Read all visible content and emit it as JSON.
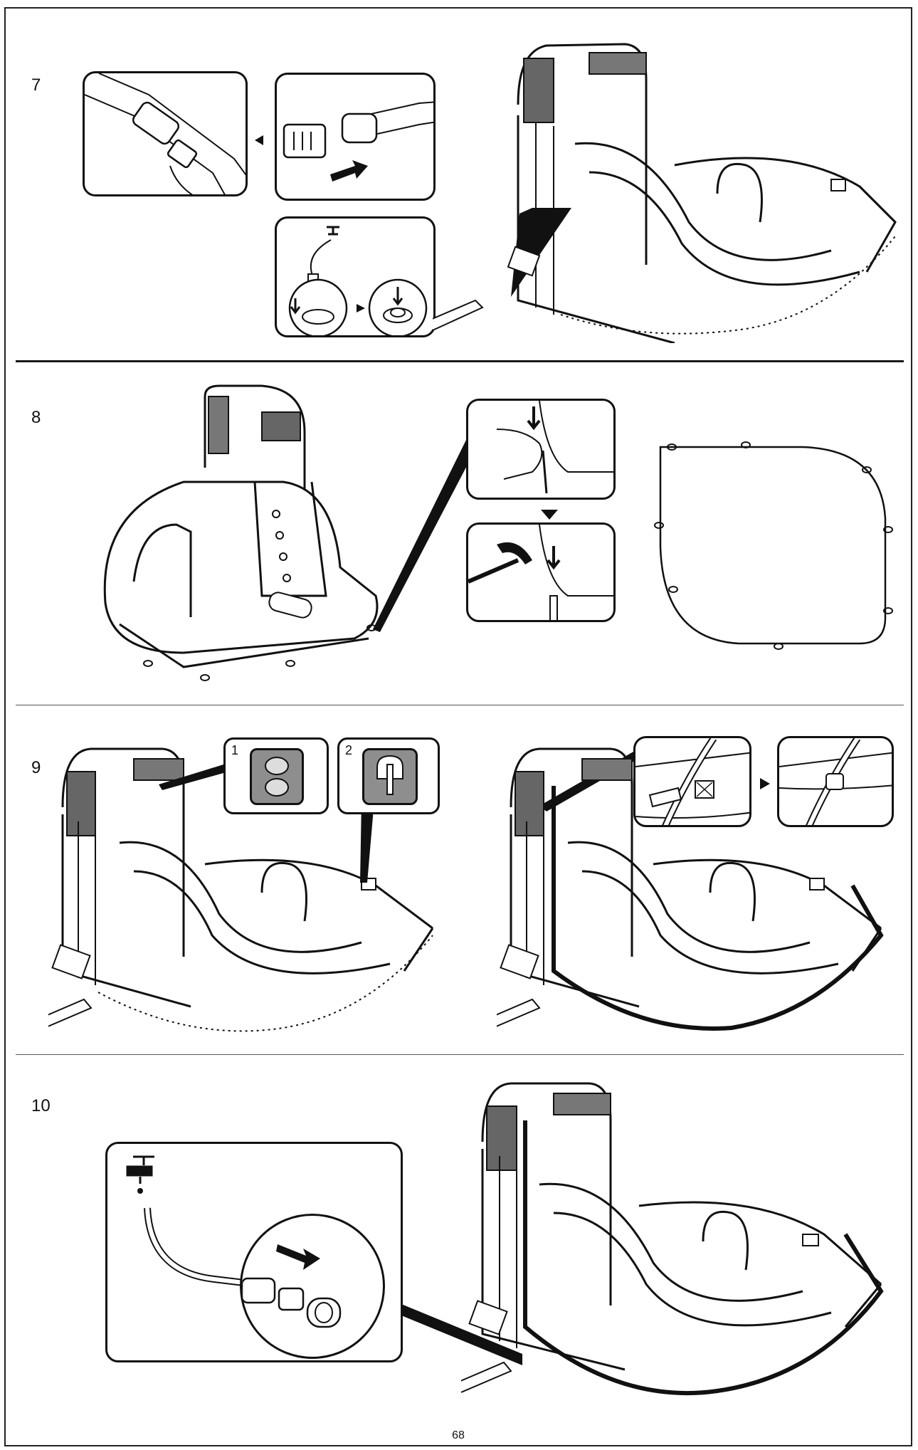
{
  "steps": [
    {
      "number": "7"
    },
    {
      "number": "8"
    },
    {
      "number": "9"
    },
    {
      "number": "10"
    }
  ],
  "step9_callouts": {
    "first_label": "1",
    "second_label": "2"
  },
  "page_number": "68",
  "colors": {
    "line": "#111111",
    "tile_grey": "#8e8e8e",
    "background": "#ffffff"
  }
}
